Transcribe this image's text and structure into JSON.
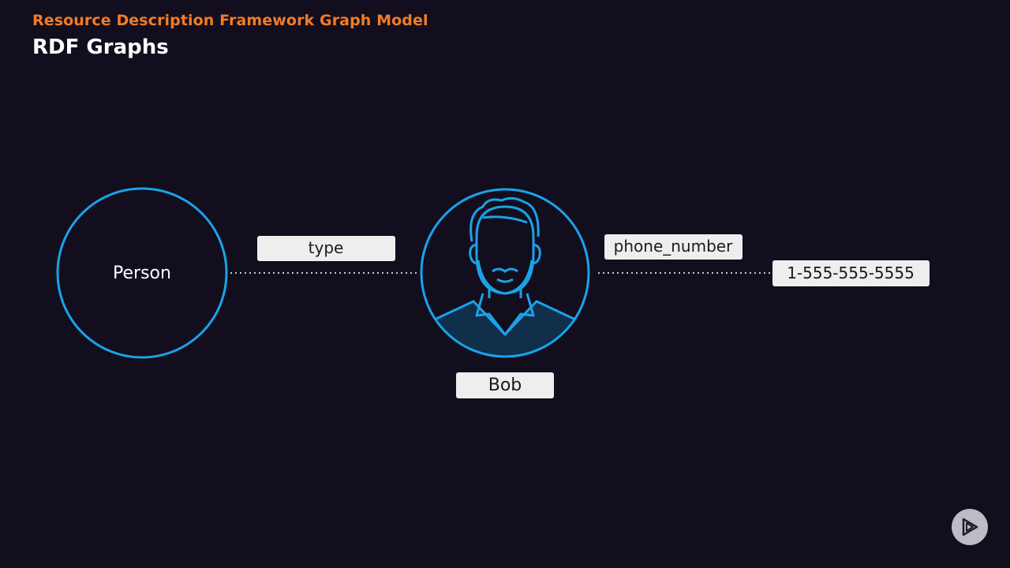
{
  "header": {
    "kicker": "Resource Description Framework Graph Model",
    "title": "RDF Graphs"
  },
  "diagram": {
    "subject_node": {
      "label": "Person"
    },
    "edge_type": {
      "label": "type"
    },
    "center_node": {
      "label": "Bob",
      "icon": "bearded-person-icon"
    },
    "edge_phone": {
      "label": "phone_number"
    },
    "literal_node": {
      "label": "1-555-555-5555"
    }
  },
  "colors": {
    "background": "#120e1e",
    "accent": "#f27c25",
    "node_stroke": "#1aa3e8",
    "label_fill": "#eeeeee",
    "label_text": "#1a1a1a",
    "edge": "#c8c8d0"
  },
  "controls": {
    "play_icon": "play-logo-icon"
  }
}
